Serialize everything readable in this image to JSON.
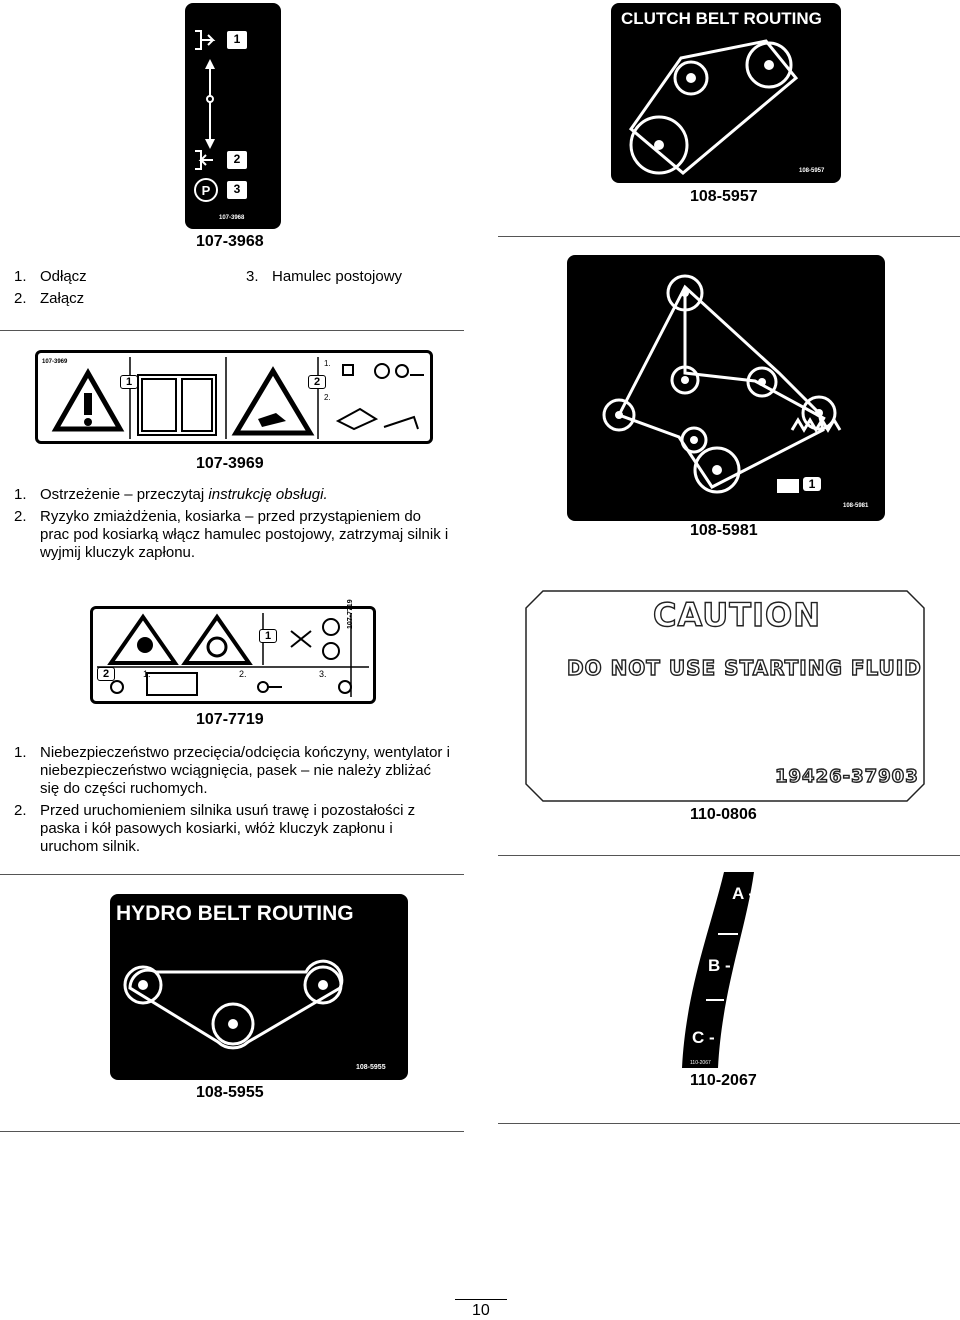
{
  "decal_107_3968": {
    "caption": "107-3968",
    "tag": "107-3968",
    "badges": [
      "1",
      "2",
      "3"
    ],
    "icons": [
      "disengage-icon",
      "engage-icon",
      "parking-brake-icon"
    ],
    "legend": [
      {
        "num": "1.",
        "text": "Odłącz"
      },
      {
        "num": "2.",
        "text": "Załącz"
      },
      {
        "num": "3.",
        "text": "Hamulec postojowy"
      }
    ]
  },
  "decal_108_5957": {
    "title": "CLUTCH BELT ROUTING",
    "tag": "108-5957",
    "caption": "108-5957"
  },
  "decal_108_5981": {
    "tag": "108-5981",
    "badge": "1",
    "caption": "108-5981"
  },
  "decal_107_3969": {
    "tag": "107-3969",
    "badges": [
      "1",
      "2"
    ],
    "sub": [
      "1.",
      "2."
    ],
    "caption": "107-3969",
    "legend": [
      {
        "num": "1.",
        "pre": "Ostrzeżenie – przeczytaj ",
        "em": "instrukcję obsługi."
      },
      {
        "num": "2.",
        "text": "Ryzyko zmiażdżenia, kosiarka – przed przystąpieniem do prac pod kosiarką włącz hamulec postojowy, zatrzymaj silnik i wyjmij kluczyk zapłonu."
      }
    ]
  },
  "decal_107_7719": {
    "tag": "107-7719",
    "badges": [
      "1",
      "2"
    ],
    "steps": [
      "1.",
      "2.",
      "3."
    ],
    "caption": "107-7719",
    "legend": [
      {
        "num": "1.",
        "text": "Niebezpieczeństwo przecięcia/odcięcia kończyny, wentylator i niebezpieczeństwo wciągnięcia, pasek – nie należy zbliżać się do części ruchomych."
      },
      {
        "num": "2.",
        "text": "Przed uruchomieniem silnika usuń trawę i pozostałości z paska i kół pasowych kosiarki, włóż kluczyk zapłonu i uruchom silnik."
      }
    ]
  },
  "decal_110_0806": {
    "heading": "CAUTION",
    "message": "DO NOT USE STARTING FLUID",
    "code": "19426-37903",
    "caption": "110-0806"
  },
  "decal_108_5955": {
    "title": "HYDRO BELT ROUTING",
    "tag": "108-5955",
    "caption": "108-5955"
  },
  "decal_110_2067": {
    "labels": [
      "A -",
      "B -",
      "C -"
    ],
    "tag": "110-2067",
    "caption": "110-2067"
  },
  "page_number": "10"
}
